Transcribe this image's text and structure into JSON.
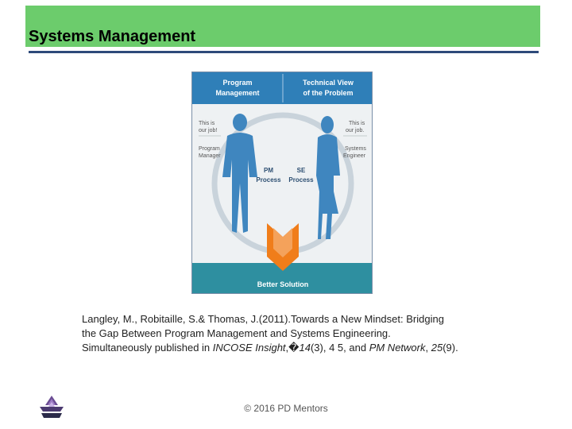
{
  "slide": {
    "title": "Systems Management",
    "footer": "© 2016 PD Mentors"
  },
  "figure": {
    "left_heading_1": "Program",
    "left_heading_2": "Management",
    "right_heading_1": "Technical View",
    "right_heading_2": "of the Problem",
    "left_quote_1": "This is",
    "left_quote_2": "our job!",
    "right_quote_1": "This is",
    "right_quote_2": "our job.",
    "left_role_1": "Program",
    "left_role_2": "Manager",
    "right_role_1": "Systems",
    "right_role_2": "Engineer",
    "pm_process_1": "PM",
    "pm_process_2": "Process",
    "se_process_1": "SE",
    "se_process_2": "Process",
    "bottom_label": "Better Solution",
    "colors": {
      "header_blue": "#2f7fb8",
      "silhouette": "#3f86bf",
      "footer_teal": "#2e8fa0",
      "arrow_orange": "#f07d1a"
    }
  },
  "citation": {
    "line1": "Langley, M., Robitaille, S.& Thomas, J.(2011).Towards a New Mindset: Bridging",
    "line2": "the Gap Between Program Management and Systems Engineering.",
    "line3_prefix": "Simultaneously published in ",
    "journal1": "INCOSE Insight",
    "sep1": ",�",
    "vol1": "14",
    "issue1": "(3), 4 5, and ",
    "journal2": "PM Network",
    "sep2": ", ",
    "vol2": "25",
    "issue2": "(9)."
  }
}
